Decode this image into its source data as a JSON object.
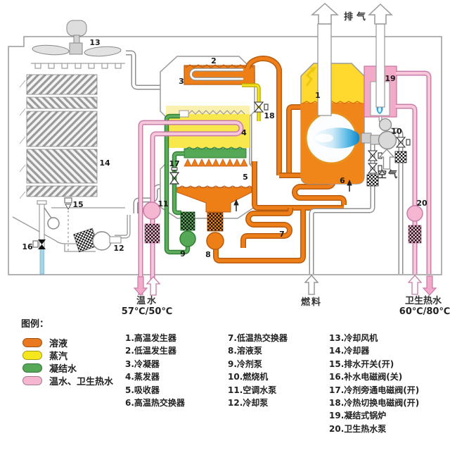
{
  "colors": {
    "solution_orange": "#ee7f16",
    "steam_yellow": "#f2e11c",
    "condensate_green": "#55a855",
    "water_pink": "#f4b6d0",
    "flame_blue": "#28a0dc",
    "pipe_gray": "#8f8f8f",
    "fresh_water_blue": "#a8d4e6"
  },
  "diagram": {
    "flow_labels": {
      "exhaust": "排气",
      "air": "空气",
      "fuel": "燃料",
      "warm_water": "温水",
      "warm_water_temp": "57℃/50℃",
      "sanitary_hot_water": "卫生热水",
      "sanitary_hot_water_temp": "60℃/80℃"
    }
  },
  "legend": {
    "title": "图例：",
    "items": [
      {
        "label": "溶液",
        "color": "#e8791e"
      },
      {
        "label": "蒸汽",
        "color": "#f5e71e"
      },
      {
        "label": "凝结水",
        "color": "#55a855"
      },
      {
        "label": "温水、卫生热水",
        "color": "#f4b6d0"
      }
    ]
  },
  "components": [
    {
      "num": "1",
      "label": "1.高温发生器"
    },
    {
      "num": "2",
      "label": "2.低温发生器"
    },
    {
      "num": "3",
      "label": "3.冷凝器"
    },
    {
      "num": "4",
      "label": "4.蒸发器"
    },
    {
      "num": "5",
      "label": "5.吸收器"
    },
    {
      "num": "6",
      "label": "6.高温热交换器"
    },
    {
      "num": "7",
      "label": "7.低温热交换器"
    },
    {
      "num": "8",
      "label": "8.溶液泵"
    },
    {
      "num": "9",
      "label": "9.冷剂泵"
    },
    {
      "num": "10",
      "label": "10.燃烧机"
    },
    {
      "num": "11",
      "label": "11.空调水泵"
    },
    {
      "num": "12",
      "label": "12.冷却泵"
    },
    {
      "num": "13",
      "label": "13.冷却风机"
    },
    {
      "num": "14",
      "label": "14.冷却器"
    },
    {
      "num": "15",
      "label": "15.排水开关(开)"
    },
    {
      "num": "16",
      "label": "16.补水电磁阀(关)"
    },
    {
      "num": "17",
      "label": "17.冷剂旁通电磁阀(开)"
    },
    {
      "num": "18",
      "label": "18.冷热切换电磁阀(开)"
    },
    {
      "num": "19",
      "label": "19.凝结式锅炉"
    },
    {
      "num": "20",
      "label": "20.卫生热水泵"
    }
  ]
}
